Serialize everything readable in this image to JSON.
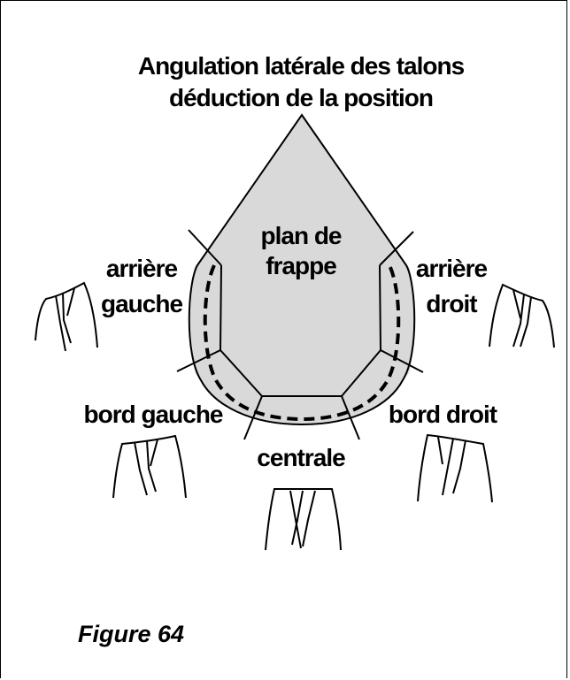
{
  "title_line1": "Angulation latérale  des talons",
  "title_line2": "déduction de la position",
  "labels": {
    "center_line1": "plan de",
    "center_line2": "frappe",
    "rear_left_line1": "arrière",
    "rear_left_line2": "gauche",
    "rear_right_line1": "arrière",
    "rear_right_line2": "droit",
    "edge_left": "bord gauche",
    "edge_right": "bord droit",
    "central": "centrale"
  },
  "caption": "Figure 64",
  "colors": {
    "fill": "#d9d9d9",
    "ink": "#000000"
  }
}
